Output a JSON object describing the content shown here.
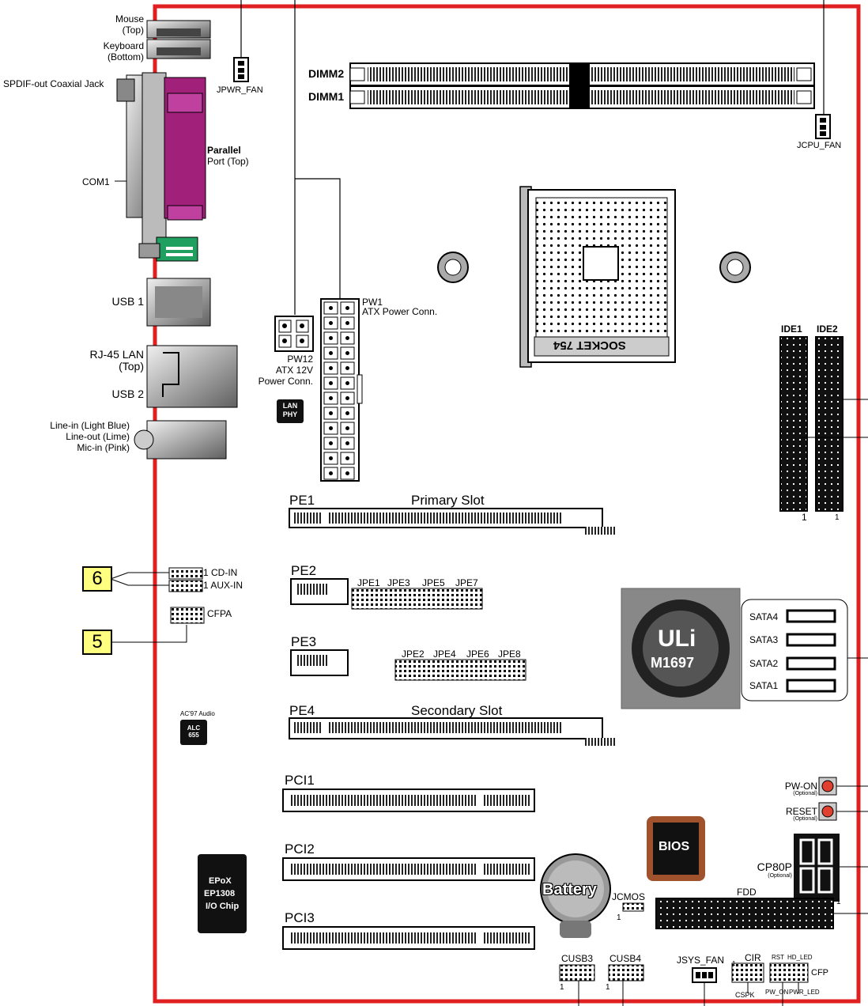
{
  "labels": {
    "mouse": "Mouse",
    "mouse_top": "(Top)",
    "keyboard": "Keyboard",
    "keyboard_bottom": "(Bottom)",
    "spdif": "SPDIF-out Coaxial Jack",
    "parallel": "Parallel",
    "parallel_top": "Port (Top)",
    "com1": "COM1",
    "usb1": "USB 1",
    "rj45": "RJ-45 LAN",
    "rj45_top": "(Top)",
    "usb2": "USB 2",
    "audio_line_in": "Line-in (Light Blue)",
    "audio_line_out": "Line-out (Lime)",
    "audio_mic_in": "Mic-in (Pink)",
    "jpwr_fan": "JPWR_FAN",
    "jcpu_fan": "JCPU_FAN",
    "dimm2": "DIMM2",
    "dimm1": "DIMM1",
    "pw1": "PW1",
    "pw1_desc": "ATX Power Conn.",
    "pw12": "PW12",
    "pw12_desc1": "ATX 12V",
    "pw12_desc2": "Power Conn.",
    "lan_phy": "LAN PHY",
    "socket": "SOCKET 754",
    "ide1": "IDE1",
    "ide2": "IDE2",
    "pin1": "1",
    "pe1": "PE1",
    "primary_slot": "Primary Slot",
    "pe2": "PE2",
    "pe3": "PE3",
    "pe4": "PE4",
    "secondary_slot": "Secondary Slot",
    "jpe1": "JPE1",
    "jpe3": "JPE3",
    "jpe5": "JPE5",
    "jpe7": "JPE7",
    "jpe2": "JPE2",
    "jpe4": "JPE4",
    "jpe6": "JPE6",
    "jpe8": "JPE8",
    "cd_in": "1 CD-IN",
    "aux_in": "1 AUX-IN",
    "cfpa": "CFPA",
    "callout_6": "6",
    "callout_5": "5",
    "ac97": "AC'97 Audio",
    "alc": "ALC 655",
    "uli": "ULi",
    "uli_model": "M1697",
    "sata4": "SATA4",
    "sata3": "SATA3",
    "sata2": "SATA2",
    "sata1": "SATA1",
    "pci1": "PCI1",
    "pci2": "PCI2",
    "pci3": "PCI3",
    "pw_on": "PW-ON",
    "reset": "RESET",
    "optional": "(Optional)",
    "cp80p": "CP80P",
    "bios": "BIOS",
    "battery": "Battery",
    "jcmos": "JCMOS",
    "fdd": "FDD",
    "io_chip1": "EPoX",
    "io_chip2": "EP1308",
    "io_chip3": "I/O Chip",
    "cusb3": "CUSB3",
    "cusb4": "CUSB4",
    "jsys_fan": "JSYS_FAN",
    "cir": "CIR",
    "cspk": "CSPK",
    "rst": "RST",
    "hd_led": "HD_LED",
    "cfp": "CFP",
    "pw_on_pin": "PW_ON",
    "pwr_led": "PWR_LED"
  },
  "colors": {
    "board_border": "#e02020",
    "parallel_port": "#a0207a",
    "spdif_green": "#20a060",
    "callout": "#ffff80",
    "button_red": "#e04030"
  }
}
